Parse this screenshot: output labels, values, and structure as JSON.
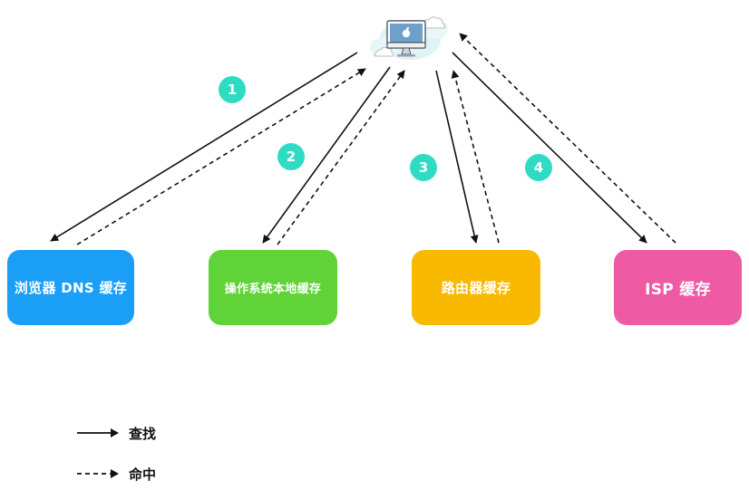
{
  "boxes": {
    "browser": "浏览器 DNS 缓存",
    "os": "操作系统本地缓存",
    "router": "路由器缓存",
    "isp": "ISP 缓存"
  },
  "badges": [
    "1",
    "2",
    "3",
    "4"
  ],
  "legend": {
    "lookup": "查找",
    "hit": "命中"
  },
  "colors": {
    "browser": "#1a9ef6",
    "os": "#5fd337",
    "router": "#f9b900",
    "isp": "#ef5aa5",
    "badge": "#2fdcc3"
  },
  "icons": {
    "center": "computer-cloud-icon"
  }
}
